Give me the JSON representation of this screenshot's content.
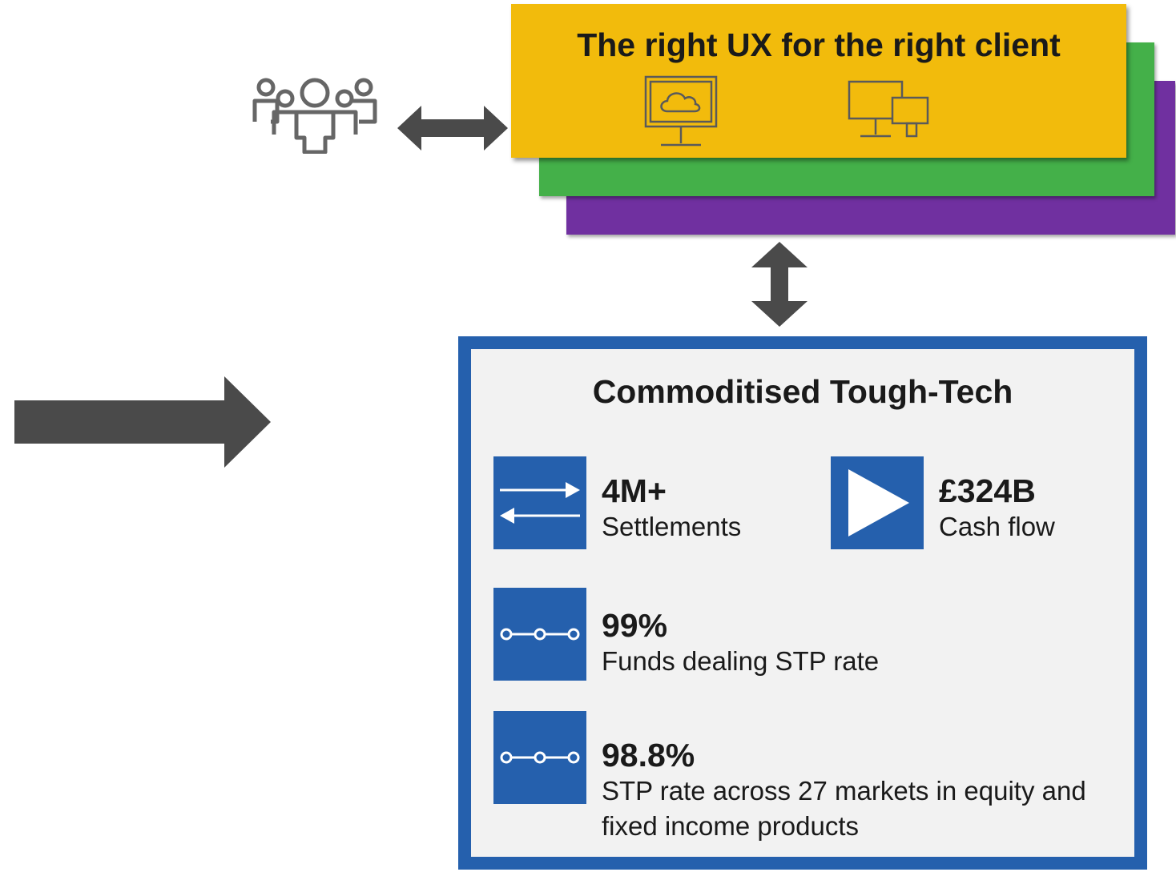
{
  "ux_panel": {
    "title": "The right UX for the right client",
    "icons": [
      "cloud-monitor-icon",
      "multi-device-icon"
    ]
  },
  "tech_panel": {
    "title": "Commoditised Tough-Tech",
    "stats": [
      {
        "value": "4M+",
        "label": "Settlements",
        "icon": "transfer-arrows-icon"
      },
      {
        "value": "£324B",
        "label": "Cash flow",
        "icon": "play-icon"
      },
      {
        "value": "99%",
        "label": "Funds dealing STP rate",
        "icon": "process-nodes-icon"
      },
      {
        "value": "98.8%",
        "label": "STP rate across 27 markets in equity and fixed income products",
        "icon": "process-nodes-icon"
      }
    ]
  },
  "icons": {
    "users": "users-group-icon",
    "link_horizontal": "double-arrow-horizontal-icon",
    "link_vertical": "double-arrow-vertical-icon",
    "flow": "right-arrow-icon"
  },
  "colors": {
    "yellow": "#f2bb0c",
    "green": "#44b049",
    "purple": "#7030a0",
    "blue": "#2560ad",
    "panel_bg": "#f2f2f2",
    "arrow_gray": "#4a4a4a"
  }
}
